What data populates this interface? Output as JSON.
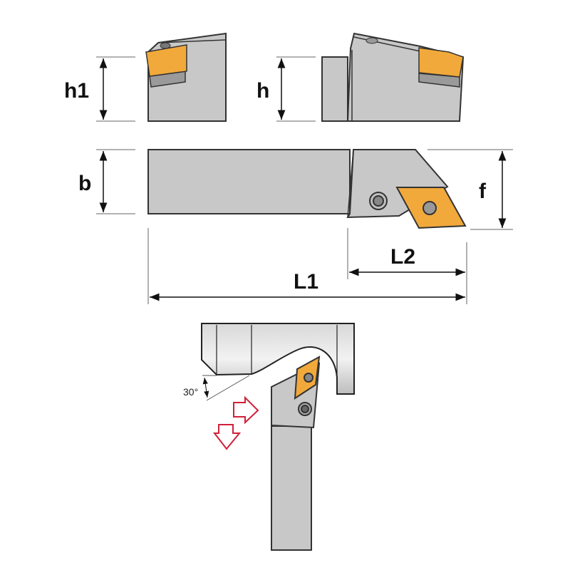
{
  "title": "Tool holder dimensions diagram",
  "labels": {
    "h1": "h1",
    "h": "h",
    "b": "b",
    "f": "f",
    "L1": "L1",
    "L2": "L2",
    "angle": "30°"
  },
  "colors": {
    "steel": "#c8c8c8",
    "insert": "#f2a93b",
    "outline": "#333333",
    "dimension": "#111111",
    "feed_arrow": "#d0203a"
  }
}
